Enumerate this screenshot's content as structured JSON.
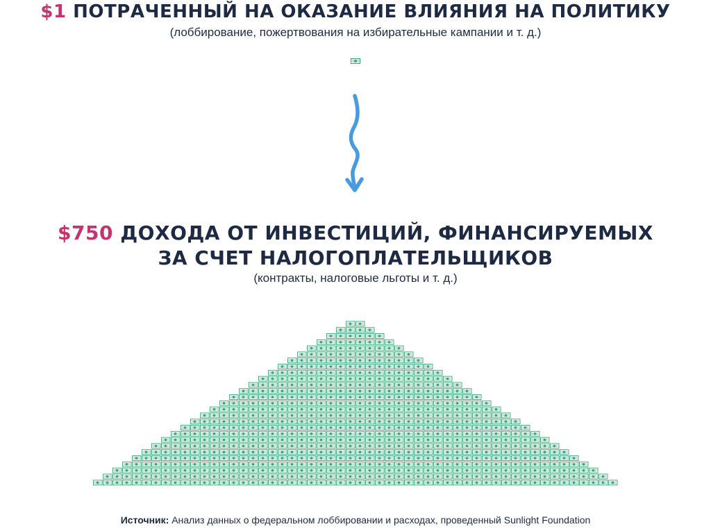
{
  "top": {
    "amount": "$1",
    "title": "потраченный на оказание влияния на политику",
    "subtitle": "(лоббирование, пожертвования на избирательные кампании и т. д.)",
    "bill_count": 1
  },
  "bottom": {
    "amount": "$750",
    "title_line1": "дохода от инвестиций, финансируемых",
    "title_line2": "за счет налогоплательщиков",
    "subtitle": "(контракты, налоговые льготы и т. д.)",
    "bill_count": 750
  },
  "source": {
    "label": "Источник:",
    "text": "Анализ данных о федеральном лоббировании и расходах, проведенный Sunlight Foundation"
  },
  "colors": {
    "title": "#1e2a44",
    "amount": "#c2356f",
    "arrow": "#4a9ae0",
    "bill": "#3aa57a"
  }
}
